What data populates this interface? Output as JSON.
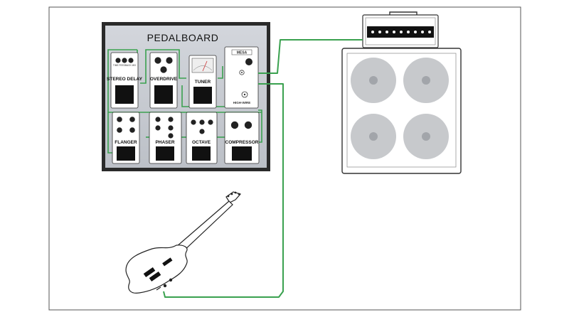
{
  "board": {
    "title": "PEDALBOARD"
  },
  "pedals": {
    "stereo_delay": {
      "label": "STEREO DELAY"
    },
    "overdrive": {
      "label": "OVERDRIVE"
    },
    "tuner": {
      "label": "TUNER"
    },
    "flanger": {
      "label": "FLANGER"
    },
    "phaser": {
      "label": "PHASER"
    },
    "octave": {
      "label": "OCTAVE"
    },
    "compressor": {
      "label": "COMPRESSOR"
    }
  },
  "interface": {
    "brand": "MESA",
    "model": "HIGH-WIRE"
  },
  "colors": {
    "cable": "#3aa14f",
    "board": "#c9cdd4",
    "board_frame": "#2b2b2b",
    "speaker": "#c7c9cc"
  },
  "icons": {
    "guitar": "electric-guitar-icon",
    "amp_head": "amp-head-icon",
    "cabinet": "speaker-cabinet-icon"
  }
}
